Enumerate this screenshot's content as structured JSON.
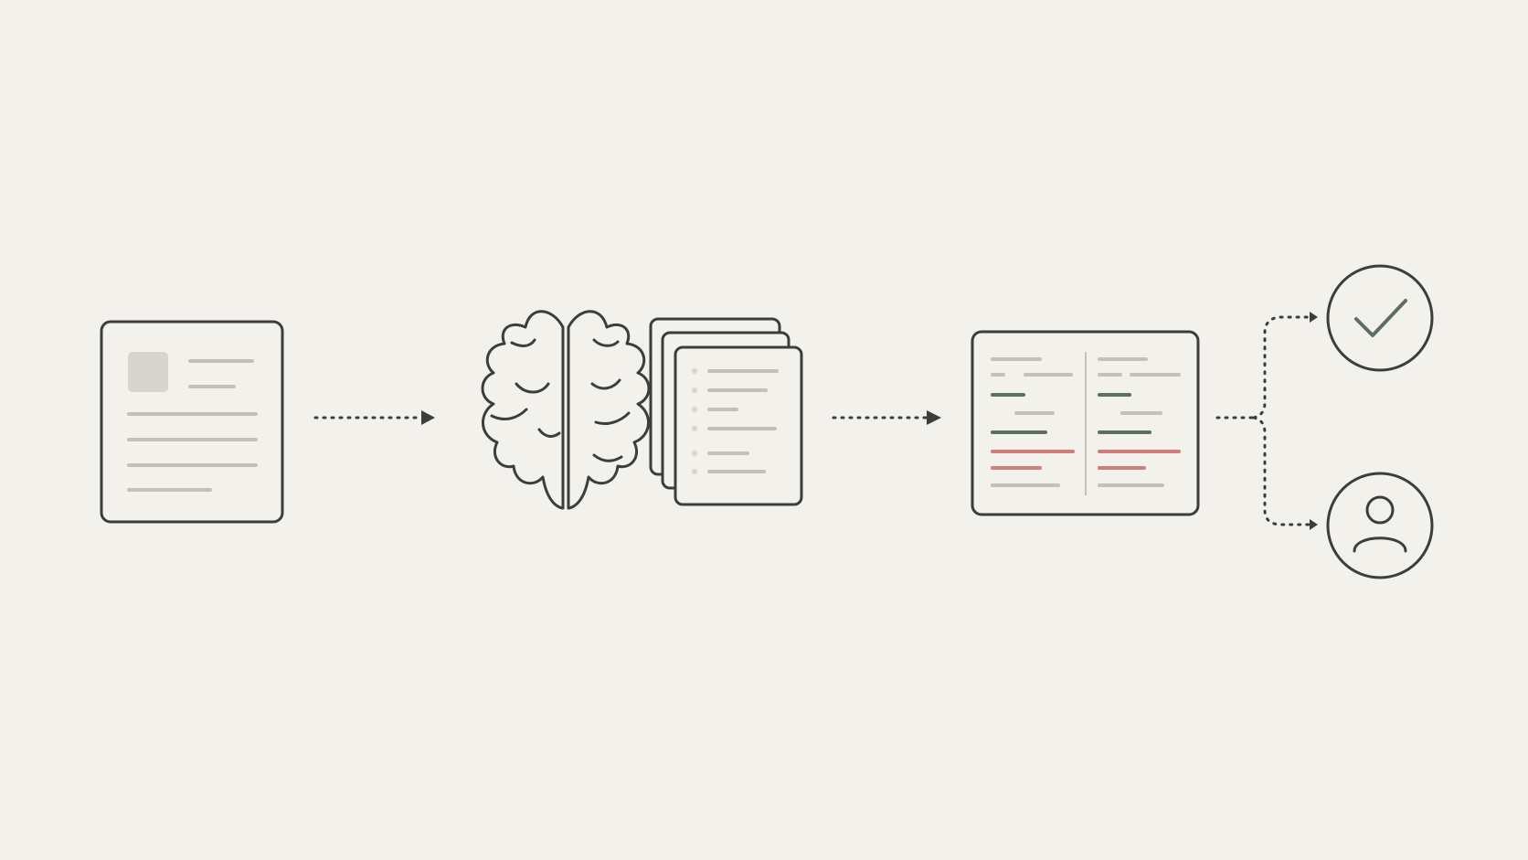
{
  "colors": {
    "background": "#f3f1ec",
    "stroke": "#3d3d3d",
    "placeholder_line": "#c4c1bb",
    "placeholder_block": "#d8d5cf",
    "accept_line": "#5d6f63",
    "reject_line": "#d07c7c",
    "check": "#5d6f63"
  },
  "nodes": [
    {
      "id": "input-document",
      "icon": "document-icon"
    },
    {
      "id": "model-reasoning",
      "icon": "brain-icon"
    },
    {
      "id": "generated-outputs",
      "icon": "stacked-pages-icon"
    },
    {
      "id": "comparison-view",
      "icon": "side-by-side-compare-icon"
    },
    {
      "id": "approved-outcome",
      "icon": "check-circle-icon"
    },
    {
      "id": "human-review",
      "icon": "user-circle-icon"
    }
  ],
  "edges": [
    {
      "from": "input-document",
      "to": "model-reasoning",
      "style": "dotted"
    },
    {
      "from": "generated-outputs",
      "to": "comparison-view",
      "style": "dotted"
    },
    {
      "from": "comparison-view",
      "to": "approved-outcome",
      "style": "dotted"
    },
    {
      "from": "comparison-view",
      "to": "human-review",
      "style": "dotted"
    }
  ]
}
